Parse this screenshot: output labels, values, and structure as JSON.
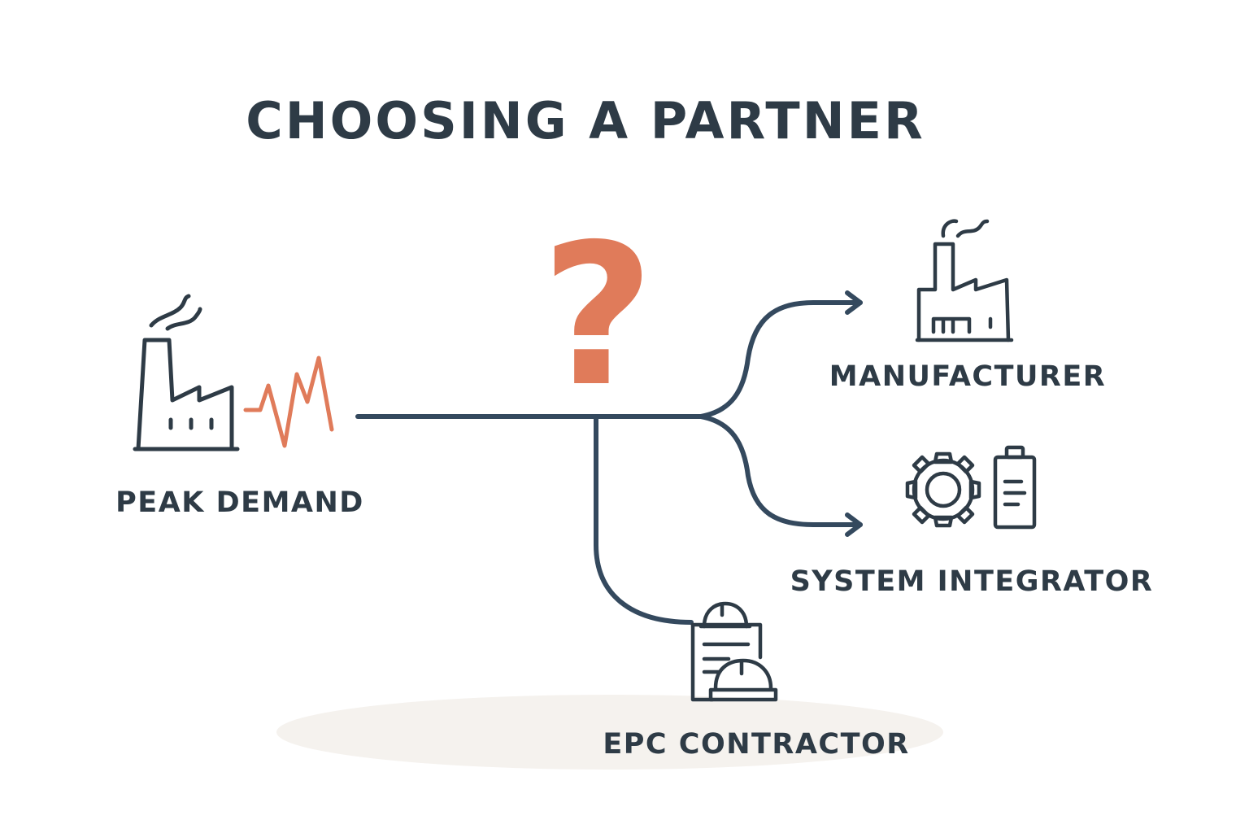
{
  "diagram": {
    "title": "CHOOSING A PARTNER",
    "source": {
      "label": "PEAK DEMAND",
      "icon": "factory-icon",
      "signal_icon": "spike-wave-icon"
    },
    "decision": {
      "symbol": "?"
    },
    "options": [
      {
        "label": "MANUFACTURER",
        "icon": "factory-icon"
      },
      {
        "label": "SYSTEM INTEGRATOR",
        "icon": "gear-battery-icon"
      },
      {
        "label": "EPC CONTRACTOR",
        "icon": "clipboard-hardhat-icon"
      }
    ]
  },
  "colors": {
    "ink": "#2e3b46",
    "line": "#34495e",
    "accent": "#e07b5a",
    "shadow": "#f4f1ec"
  }
}
